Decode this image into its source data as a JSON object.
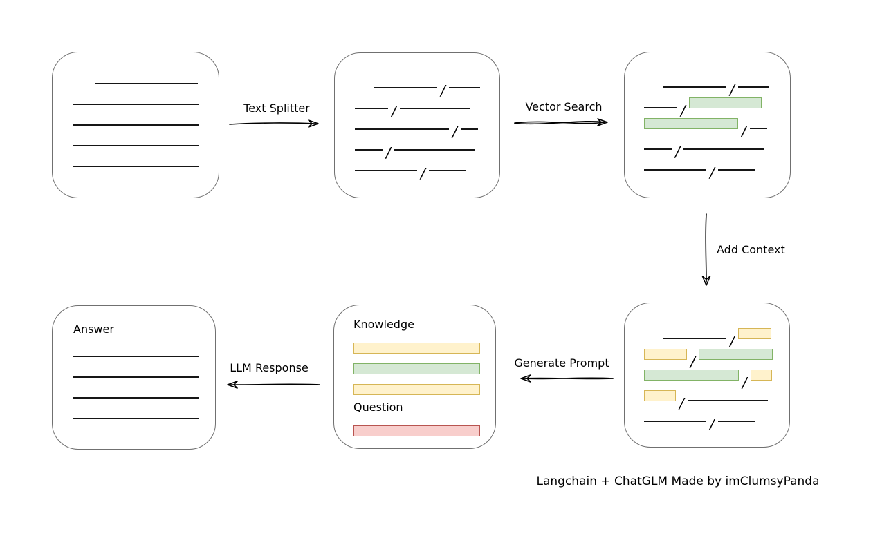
{
  "caption": "Langchain + ChatGLM Made by imClumsyPanda",
  "slash_char": "/",
  "colors": {
    "green_fill": "#d5e8d4",
    "green_border": "#82b366",
    "yellow_fill": "#fff2cc",
    "yellow_border": "#d6b656",
    "red_fill": "#f8cecc",
    "red_border": "#b85450",
    "box_border": "#707070",
    "line_color": "#161616"
  },
  "arrows": [
    {
      "id": "text-splitter",
      "label": "Text Splitter",
      "direction": "right"
    },
    {
      "id": "vector-search",
      "label": "Vector Search",
      "direction": "right"
    },
    {
      "id": "add-context",
      "label": "Add Context",
      "direction": "down"
    },
    {
      "id": "generate-prompt",
      "label": "Generate Prompt",
      "direction": "left"
    },
    {
      "id": "llm-response",
      "label": "LLM Response",
      "direction": "left"
    }
  ],
  "nodes": {
    "document": {
      "lines": [
        {
          "w": 148,
          "indent": 32
        },
        {
          "w": 182,
          "indent": 0
        },
        {
          "w": 182,
          "indent": 0
        },
        {
          "w": 182,
          "indent": 0
        },
        {
          "w": 182,
          "indent": 0
        }
      ]
    },
    "chunks": {
      "rows": [
        {
          "indent": 28,
          "segments": [
            {
              "kind": "line",
              "w": 91
            },
            {
              "kind": "slash"
            },
            {
              "kind": "line",
              "w": 45
            }
          ]
        },
        {
          "indent": 0,
          "segments": [
            {
              "kind": "line",
              "w": 48
            },
            {
              "kind": "slash"
            },
            {
              "kind": "line",
              "w": 102
            }
          ]
        },
        {
          "indent": 0,
          "segments": [
            {
              "kind": "line",
              "w": 136
            },
            {
              "kind": "slash"
            },
            {
              "kind": "line",
              "w": 25
            }
          ]
        },
        {
          "indent": 0,
          "segments": [
            {
              "kind": "line",
              "w": 40
            },
            {
              "kind": "slash"
            },
            {
              "kind": "line",
              "w": 116
            }
          ]
        },
        {
          "indent": 0,
          "segments": [
            {
              "kind": "line",
              "w": 90
            },
            {
              "kind": "slash"
            },
            {
              "kind": "line",
              "w": 53
            }
          ]
        }
      ]
    },
    "search_results": {
      "rows": [
        {
          "indent": 28,
          "segments": [
            {
              "kind": "line",
              "w": 91
            },
            {
              "kind": "slash"
            },
            {
              "kind": "line",
              "w": 45
            }
          ]
        },
        {
          "indent": 0,
          "segments": [
            {
              "kind": "line",
              "w": 48
            },
            {
              "kind": "slash"
            },
            {
              "kind": "green",
              "w": 105
            }
          ]
        },
        {
          "indent": 0,
          "segments": [
            {
              "kind": "green",
              "w": 136
            },
            {
              "kind": "slash"
            },
            {
              "kind": "line",
              "w": 25
            }
          ]
        },
        {
          "indent": 0,
          "segments": [
            {
              "kind": "line",
              "w": 40
            },
            {
              "kind": "slash"
            },
            {
              "kind": "line",
              "w": 116
            }
          ]
        },
        {
          "indent": 0,
          "segments": [
            {
              "kind": "line",
              "w": 90
            },
            {
              "kind": "slash"
            },
            {
              "kind": "line",
              "w": 53
            }
          ]
        }
      ]
    },
    "context": {
      "rows": [
        {
          "indent": 28,
          "segments": [
            {
              "kind": "line",
              "w": 91
            },
            {
              "kind": "slash"
            },
            {
              "kind": "yellow",
              "w": 48
            }
          ]
        },
        {
          "indent": 0,
          "segments": [
            {
              "kind": "yellow",
              "w": 62
            },
            {
              "kind": "slash"
            },
            {
              "kind": "green",
              "w": 107
            }
          ]
        },
        {
          "indent": 0,
          "segments": [
            {
              "kind": "green",
              "w": 137
            },
            {
              "kind": "slash"
            },
            {
              "kind": "yellow",
              "w": 31
            }
          ]
        },
        {
          "indent": 0,
          "segments": [
            {
              "kind": "yellow",
              "w": 46
            },
            {
              "kind": "slash"
            },
            {
              "kind": "line",
              "w": 116
            }
          ]
        },
        {
          "indent": 0,
          "segments": [
            {
              "kind": "line",
              "w": 90
            },
            {
              "kind": "slash"
            },
            {
              "kind": "line",
              "w": 53
            }
          ]
        }
      ]
    },
    "prompt": {
      "knowledge_label": "Knowledge",
      "question_label": "Question",
      "knowledge_bars": [
        "yellow",
        "green",
        "yellow"
      ],
      "question_bars": [
        "red"
      ]
    },
    "answer": {
      "label": "Answer",
      "lines": [
        {
          "w": 182,
          "indent": 0
        },
        {
          "w": 182,
          "indent": 0
        },
        {
          "w": 182,
          "indent": 0
        },
        {
          "w": 182,
          "indent": 0
        }
      ]
    }
  }
}
